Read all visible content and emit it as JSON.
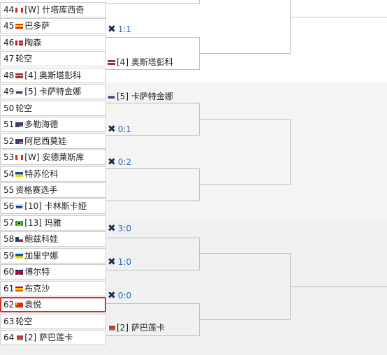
{
  "bracket": {
    "seeds": [
      {
        "num": "44",
        "flag": "CA",
        "text": "[W] 什塔库西奇"
      },
      {
        "num": "45",
        "flag": "ES",
        "text": "巴多萨"
      },
      {
        "num": "46",
        "flag": "DK",
        "text": "陶森"
      },
      {
        "num": "47",
        "flag": "",
        "text": "轮空"
      },
      {
        "num": "48",
        "flag": "LV",
        "text": "[4] 奥斯塔彭科"
      },
      {
        "num": "49",
        "flag": "RU",
        "text": "[5] 卡萨特金娜"
      },
      {
        "num": "50",
        "flag": "",
        "text": "轮空"
      },
      {
        "num": "51",
        "flag": "US",
        "text": "多勒海德"
      },
      {
        "num": "52",
        "flag": "US",
        "text": "阿尼西莫娃"
      },
      {
        "num": "53",
        "flag": "CA",
        "text": "[W] 安德莱斯库"
      },
      {
        "num": "54",
        "flag": "UA",
        "text": "特苏伦科"
      },
      {
        "num": "55",
        "flag": "",
        "text": "资格赛选手"
      },
      {
        "num": "56",
        "flag": "RU",
        "text": "[10] 卡林斯卡娅"
      },
      {
        "num": "57",
        "flag": "BR",
        "text": "[13] 玛雅"
      },
      {
        "num": "58",
        "flag": "CZ",
        "text": "鲍兹科娃"
      },
      {
        "num": "59",
        "flag": "UA",
        "text": "加里宁娜"
      },
      {
        "num": "60",
        "flag": "GB",
        "text": "博尔特"
      },
      {
        "num": "61",
        "flag": "ES",
        "text": "布克沙"
      },
      {
        "num": "62",
        "flag": "CN",
        "text": "袁悦"
      },
      {
        "num": "63",
        "flag": "",
        "text": "轮空"
      },
      {
        "num": "64",
        "flag": "BY",
        "text": "[2] 萨巴莲卡"
      }
    ],
    "round2": [
      {
        "type": "score",
        "icon": "crossed-rackets-icon",
        "text": "1:1"
      },
      {
        "type": "player",
        "flag": "LV",
        "text": "[4] 奥斯塔彭科"
      },
      {
        "type": "player",
        "flag": "RU",
        "text": "[5] 卡萨特金娜"
      },
      {
        "type": "score",
        "icon": "crossed-rackets-icon",
        "text": "0:1"
      },
      {
        "type": "score",
        "icon": "crossed-rackets-icon",
        "text": "0:2"
      },
      {
        "type": "score",
        "icon": "crossed-rackets-icon",
        "text": "3:0"
      },
      {
        "type": "score",
        "icon": "crossed-rackets-icon",
        "text": "1:0"
      },
      {
        "type": "score",
        "icon": "crossed-rackets-icon",
        "text": "0:0"
      },
      {
        "type": "player",
        "flag": "BY",
        "text": "[2] 萨巴莲卡"
      }
    ],
    "highlighted_seed": "62"
  }
}
